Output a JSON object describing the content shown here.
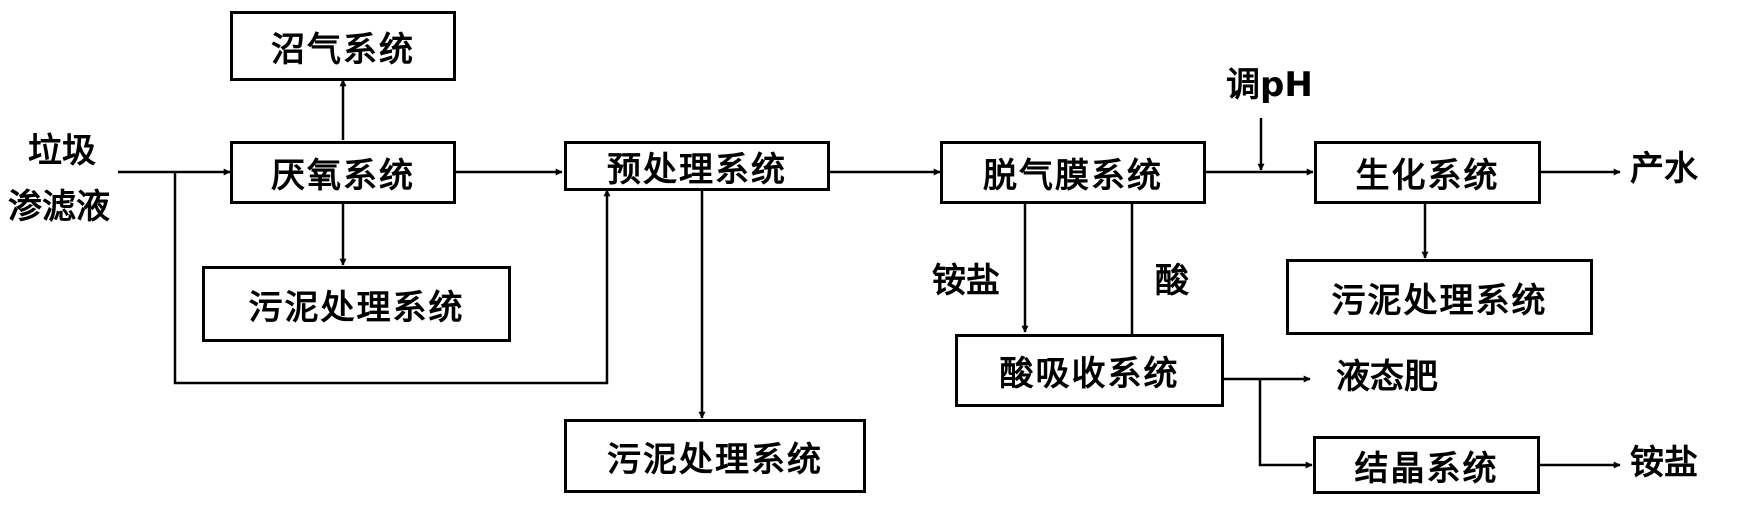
{
  "input_label": [
    "垃圾",
    "渗滤液"
  ],
  "boxes": {
    "biogas": "沼气系统",
    "anaerobic": "厌氧系统",
    "sludge_1": "污泥处理系统",
    "pretreatment": "预处理系统",
    "sludge_2": "污泥处理系统",
    "degassing_membrane": "脱气膜系统",
    "acid_absorption": "酸吸收系统",
    "biochemical": "生化系统",
    "sludge_3": "污泥处理系统",
    "crystallization": "结晶系统"
  },
  "labels": {
    "adjust_ph": "调pH",
    "ammonium_salt_flow": "铵盐",
    "acid_flow": "酸",
    "water_out": "产水",
    "liquid_fertilizer": "液态肥",
    "ammonium_salt_out": "铵盐"
  }
}
